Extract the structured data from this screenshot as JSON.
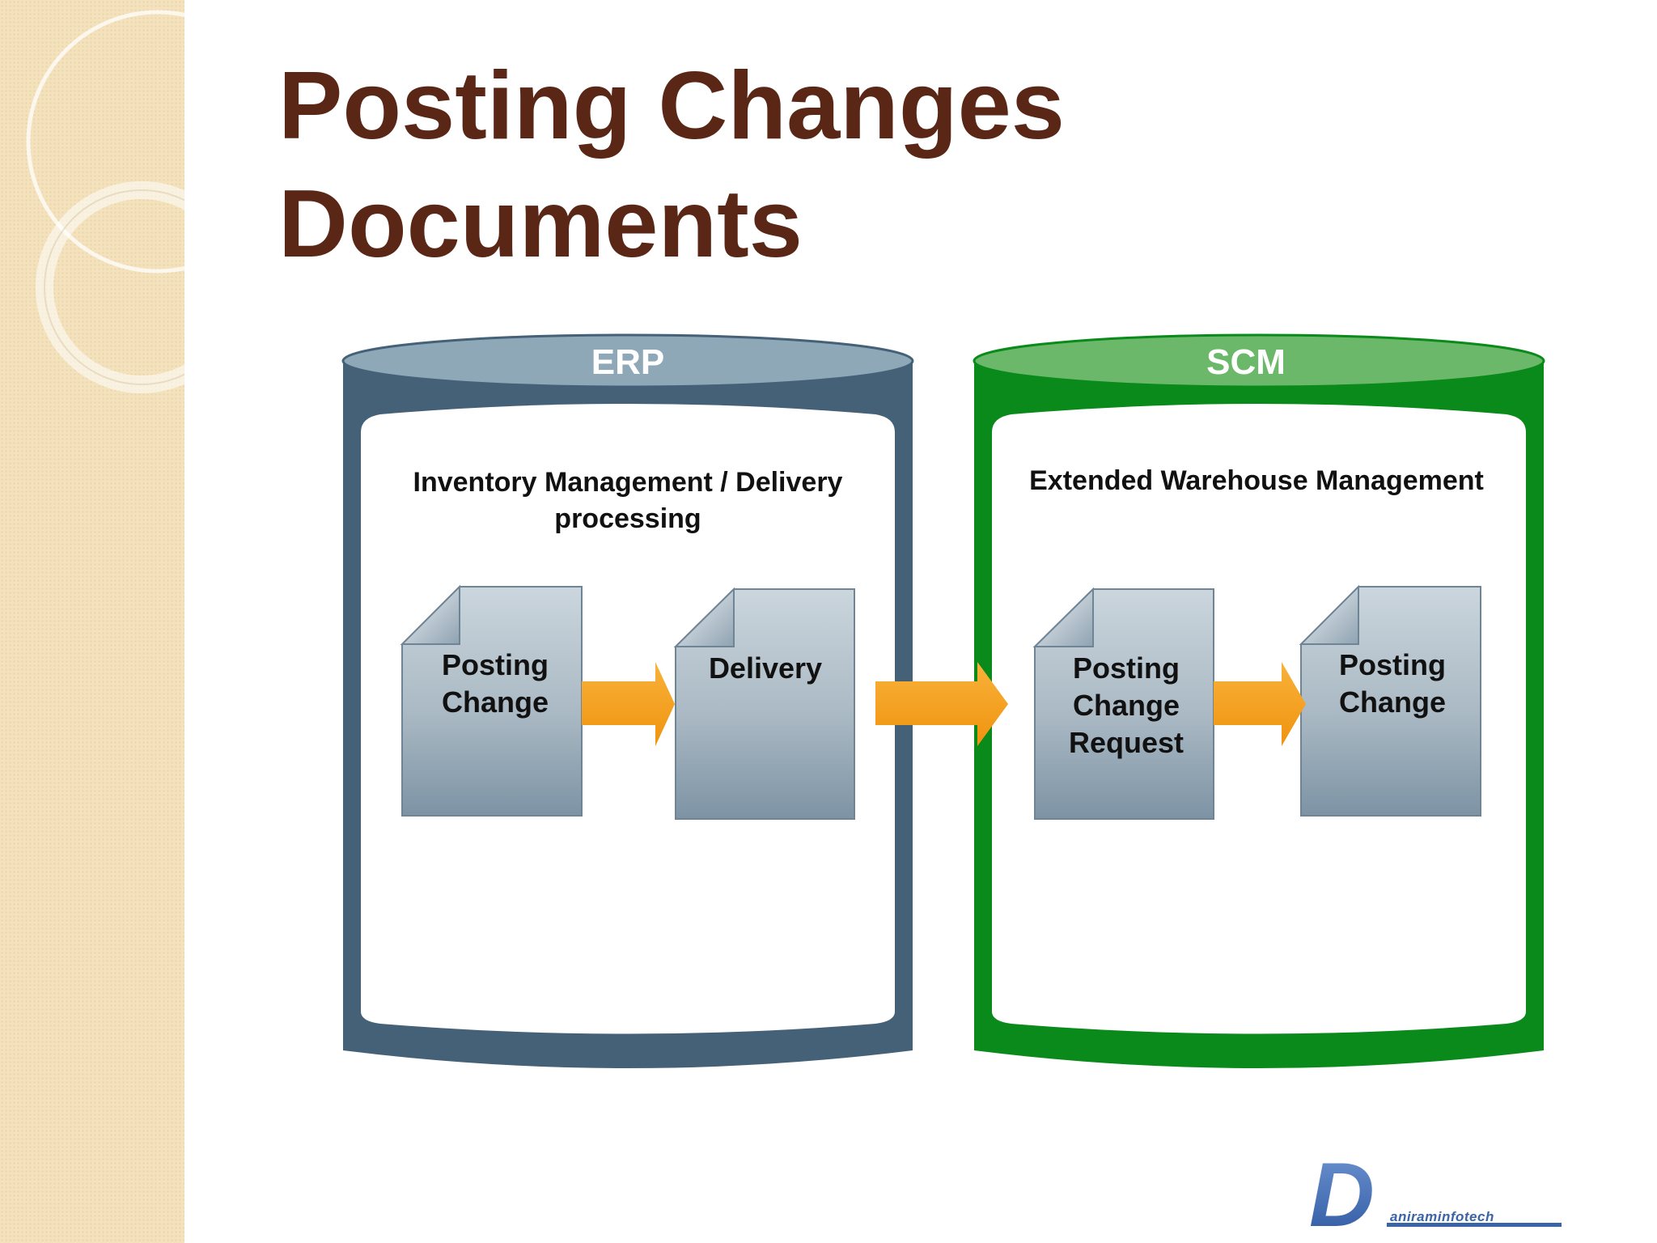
{
  "title": {
    "line1": "Posting Changes",
    "line2": "Documents"
  },
  "systems": {
    "erp": {
      "label": "ERP",
      "module": "Inventory Management / Delivery processing",
      "module_line1": "Inventory Management / Delivery",
      "module_line2": "processing",
      "documents": [
        {
          "lines": [
            "Posting",
            "Change"
          ]
        },
        {
          "lines": [
            "Delivery"
          ]
        }
      ]
    },
    "scm": {
      "label": "SCM",
      "module": "Extended Warehouse Management",
      "documents": [
        {
          "lines": [
            "Posting",
            "Change",
            "Request"
          ]
        },
        {
          "lines": [
            "Posting",
            "Change"
          ]
        }
      ]
    }
  },
  "logo": {
    "letter": "D",
    "text": "aniraminfotech"
  },
  "colors": {
    "title": "#5a2616",
    "erp_body": "#456178",
    "erp_top": "#8fa8b8",
    "scm_body": "#0a8a1a",
    "scm_top": "#6cb86a",
    "arrow": "#f5a01a",
    "doc_light": "#cbd6dd",
    "doc_dark": "#7d93a4",
    "sidebar": "#f4e2bd"
  },
  "icons": {
    "document": "document-icon",
    "arrow": "arrow-right-icon"
  }
}
